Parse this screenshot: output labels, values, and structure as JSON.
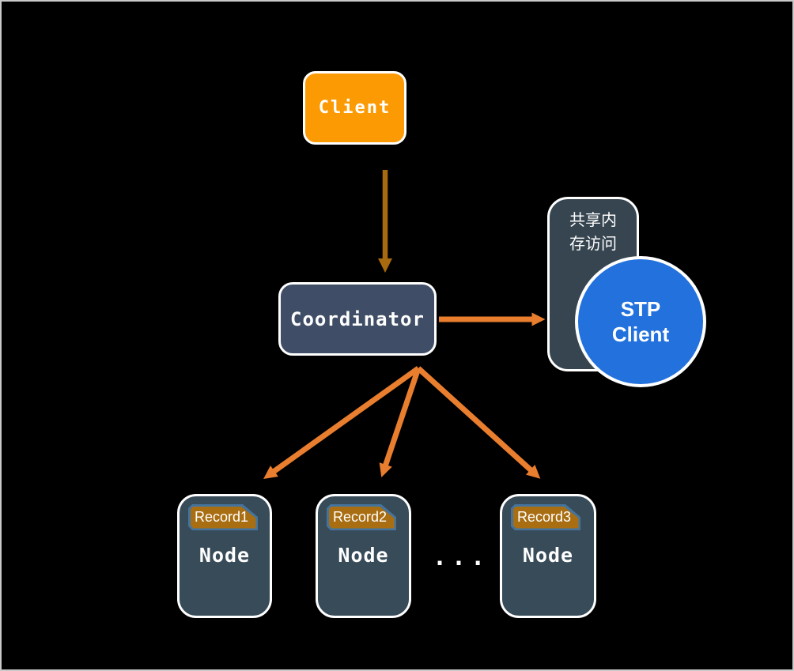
{
  "colors": {
    "background": "#000000",
    "page_border": "#c9c9c9",
    "client_fill": "#FC9A03",
    "client_arrow": "#A86A0E",
    "orange_arrow": "#E87E2E",
    "coordinator_fill": "#3F4E66",
    "shared_memory_fill": "#36454F",
    "stp_circle_fill": "#2271DC",
    "node_fill": "#384B59",
    "record_fill": "#A96E12",
    "record_border": "#44749E",
    "text": "#ffffff"
  },
  "client": {
    "label": "Client"
  },
  "coordinator": {
    "label": "Coordinator"
  },
  "shared_memory": {
    "label": "共享内存访问"
  },
  "stp_client": {
    "lines": [
      "STP",
      "Client"
    ]
  },
  "nodes": [
    {
      "record": "Record1",
      "label": "Node"
    },
    {
      "record": "Record2",
      "label": "Node"
    },
    {
      "record": "Record3",
      "label": "Node"
    }
  ],
  "ellipsis": "..."
}
